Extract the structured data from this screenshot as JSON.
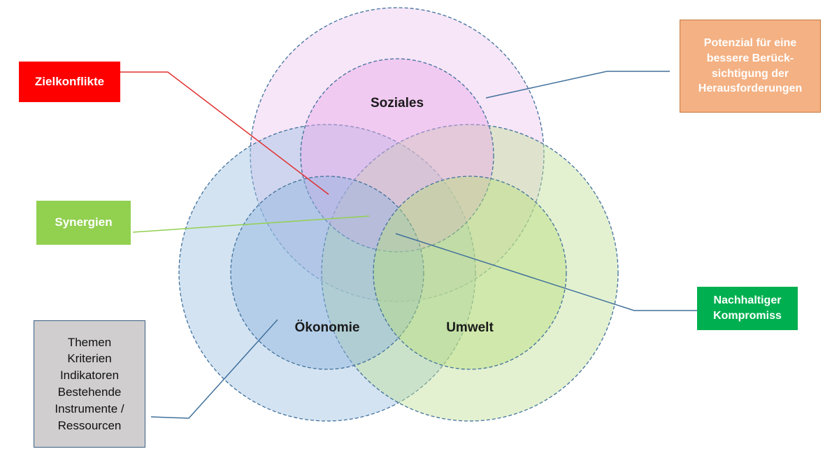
{
  "circles": {
    "soziales": {
      "label": "Soziales",
      "outer_fill": "#e9b8ea",
      "inner_fill": "#e9a8e8"
    },
    "oekonomie": {
      "label": "Ökonomie",
      "outer_fill": "#9dc0e2",
      "inner_fill": "#8fb3de"
    },
    "umwelt": {
      "label": "Umwelt",
      "outer_fill": "#c2e09a",
      "inner_fill": "#b9de7d"
    },
    "stroke_color": "#41719c"
  },
  "callouts": {
    "zielkonflikte": {
      "text": "Zielkonflikte",
      "color": "#ff0000"
    },
    "potenzial": {
      "lines": [
        "Potenzial für eine",
        "bessere Berück-",
        "sichtigung der",
        "Herausforderungen"
      ],
      "color": "#f4b183"
    },
    "synergien": {
      "text": "Synergien",
      "color": "#92d050"
    },
    "kompromiss": {
      "lines": [
        "Nachhaltiger",
        "Kompromiss"
      ],
      "color": "#00b050"
    },
    "themen": {
      "lines": [
        "Themen",
        "Kriterien",
        "Indikatoren",
        "Bestehende",
        "Instrumente /",
        "Ressourcen"
      ],
      "color": "#d0cece"
    }
  },
  "connectors": {
    "zielkonflikte_color": "#e03030",
    "synergien_color": "#92d050",
    "default_color": "#41719c"
  }
}
